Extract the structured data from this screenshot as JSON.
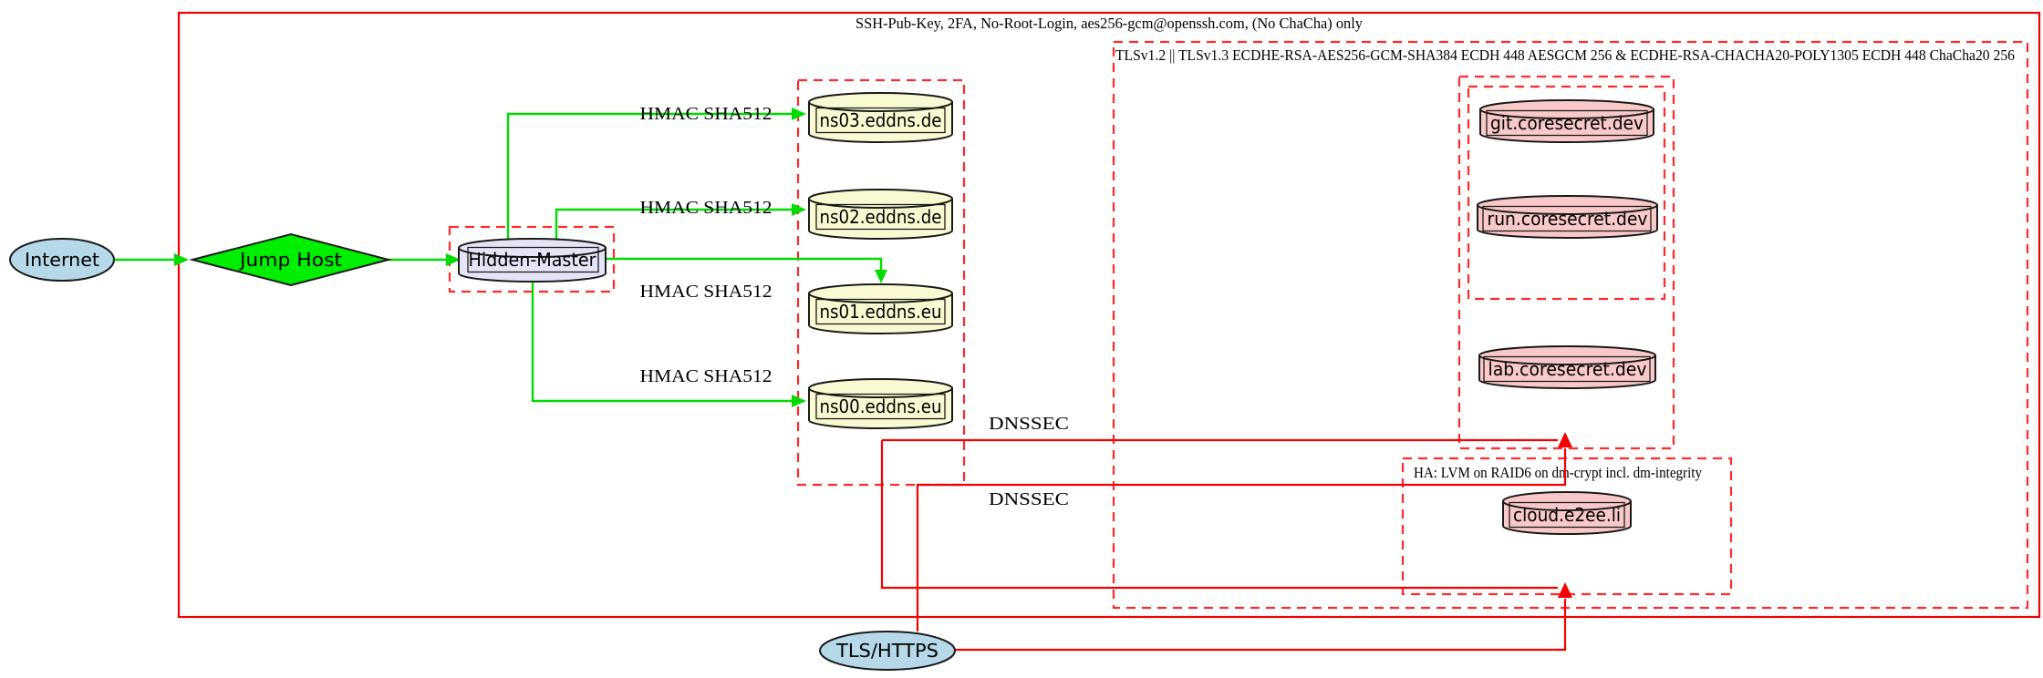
{
  "clusters": {
    "ssh": {
      "label": "SSH-Pub-Key, 2FA, No-Root-Login, aes256-gcm@openssh.com, (No ChaCha) only"
    },
    "tls": {
      "label": "TLSv1.2 || TLSv1.3 ECDHE-RSA-AES256-GCM-SHA384 ECDH 448 AESGCM 256 & ECDHE-RSA-CHACHA20-POLY1305 ECDH 448 ChaCha20 256"
    },
    "ha": {
      "label": "HA: LVM on RAID6 on dm-crypt incl. dm-integrity"
    }
  },
  "nodes": {
    "internet": {
      "label": "Internet"
    },
    "jump_host": {
      "label": "Jump Host"
    },
    "hidden_master": {
      "label": "Hidden-Master"
    },
    "ns03": {
      "label": "ns03.eddns.de"
    },
    "ns02": {
      "label": "ns02.eddns.de"
    },
    "ns01": {
      "label": "ns01.eddns.eu"
    },
    "ns00": {
      "label": "ns00.eddns.eu"
    },
    "git": {
      "label": "git.coresecret.dev"
    },
    "run": {
      "label": "run.coresecret.dev"
    },
    "lab": {
      "label": "lab.coresecret.dev"
    },
    "cloud": {
      "label": "cloud.e2ee.li"
    },
    "tls_https": {
      "label": "TLS/HTTPS"
    }
  },
  "edge_labels": {
    "hmac": [
      "HMAC SHA512",
      "HMAC SHA512",
      "HMAC SHA512",
      "HMAC SHA512"
    ],
    "dnssec": [
      "DNSSEC",
      "DNSSEC"
    ]
  },
  "colors": {
    "secure_channel_green": "#00db00",
    "edge_red": "#f40000",
    "cluster_border_red": "#ff2a2a",
    "dns_node_fill": "#fafad2",
    "service_node_fill": "#f9c8c8",
    "hidden_master_fill": "#e4e4f6",
    "endpoint_ellipse_fill": "#b5d9e8",
    "jump_host_fill": "#00ee00"
  }
}
